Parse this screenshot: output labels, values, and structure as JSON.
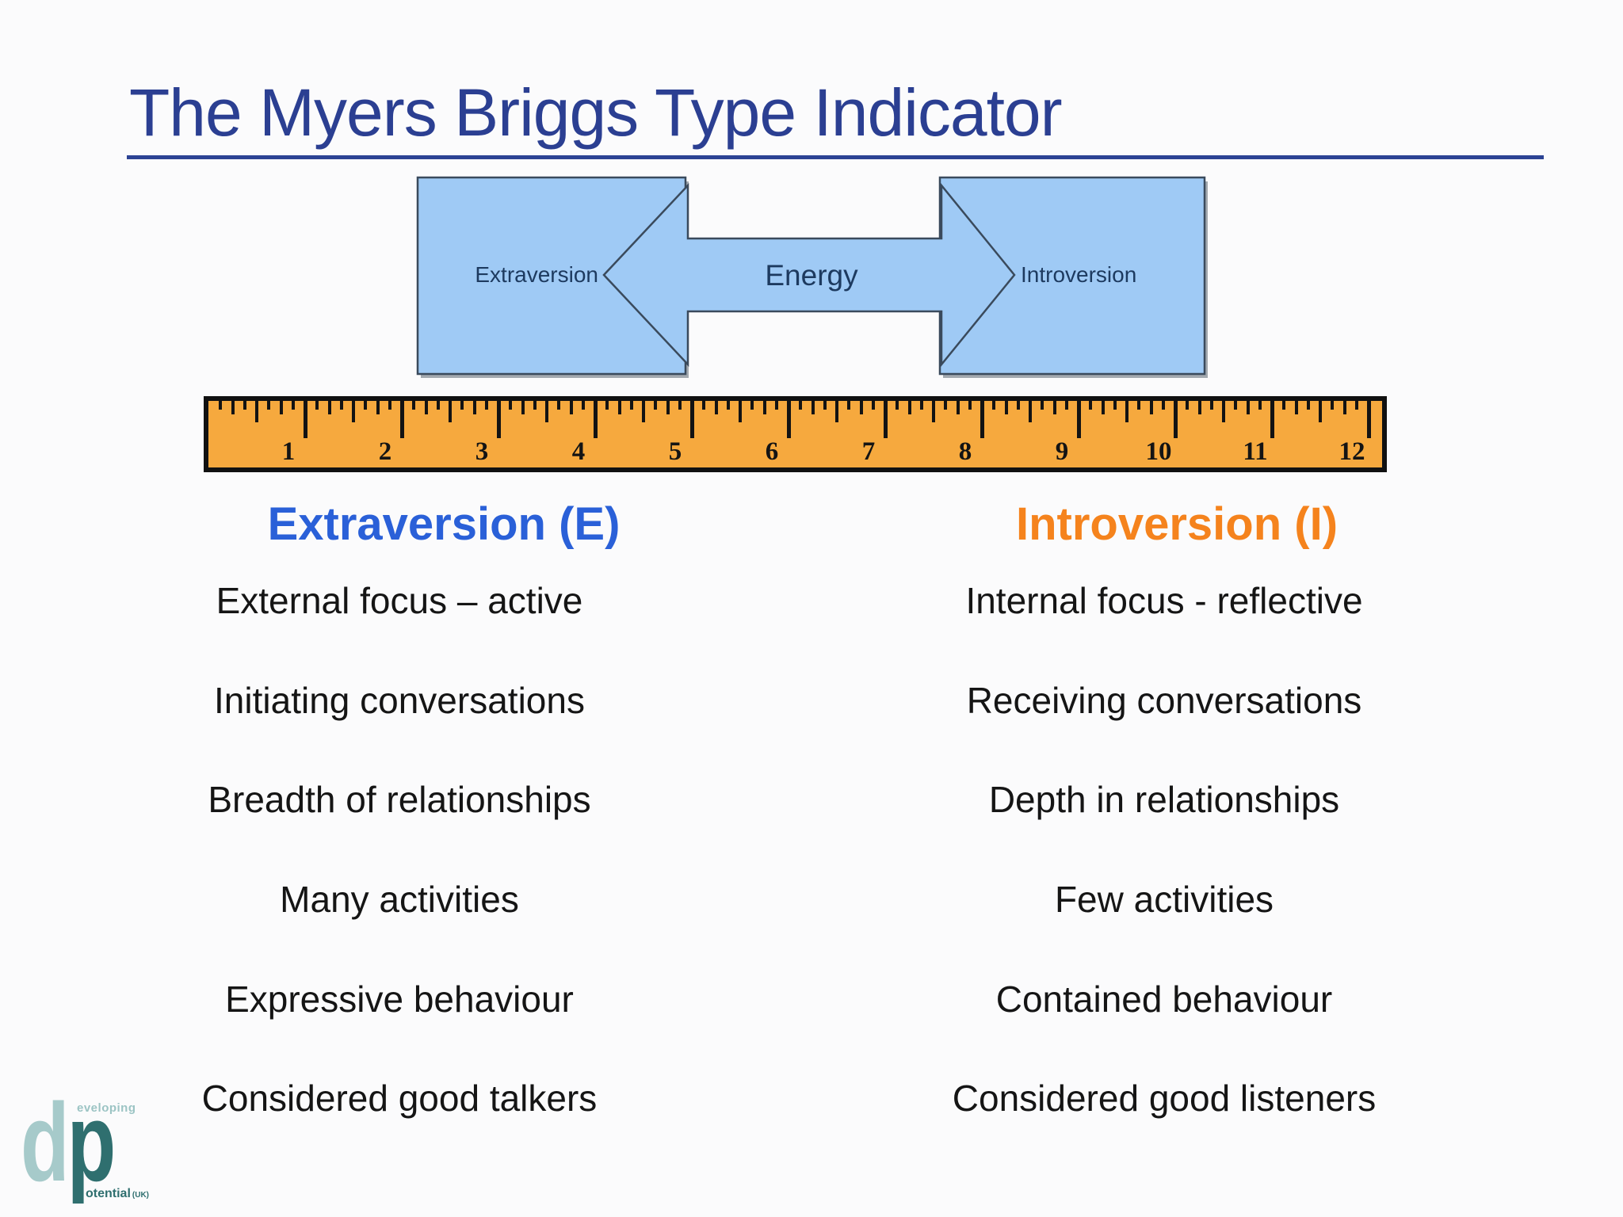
{
  "slide": {
    "title": "The Myers Briggs Type Indicator"
  },
  "diagram": {
    "left_box": "Extraversion",
    "right_box": "Introversion",
    "arrow_label": "Energy"
  },
  "ruler": {
    "numbers": [
      1,
      2,
      3,
      4,
      5,
      6,
      7,
      8,
      9,
      10,
      11,
      12
    ]
  },
  "columns": {
    "left": {
      "header": "Extraversion (E)",
      "items": [
        "External focus – active",
        "Initiating conversations",
        "Breadth of relationships",
        "Many activities",
        "Expressive behaviour",
        "Considered good talkers"
      ]
    },
    "right": {
      "header": "Introversion (I)",
      "items": [
        "Internal focus - reflective",
        "Receiving conversations",
        "Depth in relationships",
        "Few activities",
        "Contained behaviour",
        "Considered good listeners"
      ]
    }
  },
  "logo": {
    "d": "d",
    "p": "p",
    "top": "eveloping",
    "bottom": "otential",
    "suffix": "(UK)"
  },
  "colors": {
    "title": "#2b3f92",
    "title_rule": "#2c4394",
    "header_left": "#2a60d8",
    "header_right": "#f5831d",
    "box_fill": "#9fcaf5",
    "box_stroke": "#3a4a5c",
    "diagram_label": "#1d3a5f",
    "ruler_fill": "#f6a93e",
    "ruler_border": "#111111",
    "item_text": "#151515",
    "logo_light": "#a6caca",
    "logo_dark": "#2f6f6f"
  }
}
